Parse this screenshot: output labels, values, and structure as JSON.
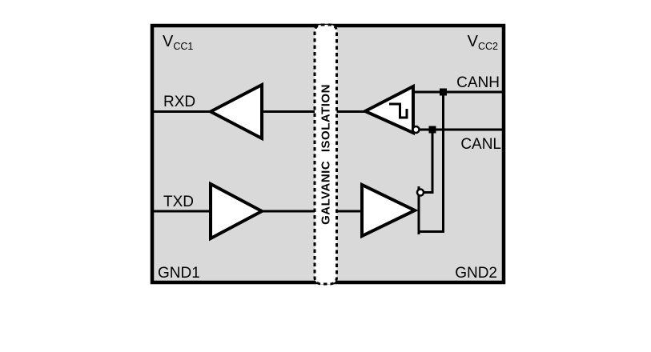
{
  "colors": {
    "background": "#ffffff",
    "block_fill": "#d9d9d9",
    "stroke": "#000000",
    "isolation_fill": "#ffffff"
  },
  "labels": {
    "vcc1": {
      "base": "V",
      "sub": "CC1"
    },
    "vcc2": {
      "base": "V",
      "sub": "CC2"
    },
    "gnd1": "GND1",
    "gnd2": "GND2",
    "rxd": "RXD",
    "txd": "TXD",
    "canh": "CANH",
    "canl": "CANL",
    "isolation": "GALVANIC ISOLATION"
  },
  "icons": {
    "hysteresis": "square-wave-pulse"
  }
}
